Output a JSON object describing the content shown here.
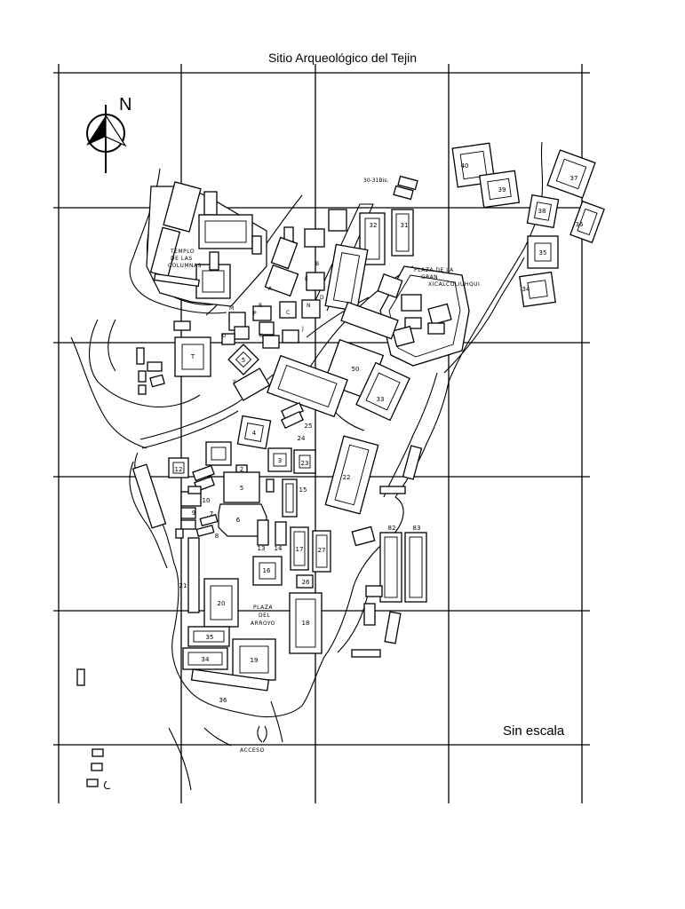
{
  "header": {
    "title": "Sitio Arqueológico del Tejin"
  },
  "north_arrow": {
    "label": "N",
    "icon": "north-arrow-icon"
  },
  "scale_note": "Sin escala",
  "places": {
    "temple_columns_1": "TEMPLO",
    "temple_columns_2": "DE LAS",
    "temple_columns_3": "COLUMNAS",
    "plaza_xicalco_1": "PLAZA DE LA",
    "plaza_xicalco_2": "GRAN",
    "plaza_xicalco_3": "XICALCOLIUHQUI",
    "plaza_arroyo_1": "PLAZA",
    "plaza_arroyo_2": "DEL",
    "plaza_arroyo_3": "ARROYO",
    "acceso": "ACCESO"
  },
  "building_labels": {
    "b40": "40",
    "b39": "39",
    "b37": "37",
    "b38": "38",
    "b36t": "36",
    "b35": "35",
    "b34t": "34",
    "b30": "30-31Bis.",
    "b32": "32",
    "b31": "31",
    "b50": "50",
    "b33": "33",
    "T": "T",
    "b5s": "5",
    "b4": "4",
    "b25": "25",
    "b24": "24",
    "b3": "3",
    "b23": "23",
    "b2": "2",
    "b5": "5",
    "b15": "15",
    "b22": "22",
    "b6": "6",
    "b12": "12",
    "b10": "10",
    "b9": "9",
    "b7": "7",
    "b8": "8",
    "b13": "13",
    "b14": "14",
    "b17": "17",
    "b27": "27",
    "b82": "82",
    "b83": "83",
    "b16": "16",
    "b26": "26",
    "b21": "21",
    "b20": "20",
    "b18": "18",
    "b35b": "35",
    "b34": "34",
    "b19": "19",
    "b36": "36",
    "bA": "A",
    "bB": "B",
    "bC": "C",
    "bD": "D",
    "bE": "E",
    "bK": "K",
    "bM": "M",
    "bP": "P",
    "bR": "R",
    "bU": "U",
    "bY": "Y",
    "bJ": "J",
    "bN": "N"
  }
}
